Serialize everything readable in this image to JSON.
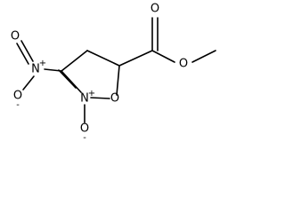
{
  "molecule": {
    "atoms": {
      "n_nitro": "N",
      "o_nitro_top": "O",
      "o_nitro_bottom": "O",
      "n_ring": "N",
      "o_ring": "O",
      "o_n_oxide": "O",
      "o_carbonyl": "O",
      "o_ester": "O"
    },
    "charges": {
      "n_nitro_plus": "+",
      "o_nitro_bottom_minus": "-",
      "n_ring_plus": "+",
      "o_n_oxide_minus": "-"
    }
  }
}
